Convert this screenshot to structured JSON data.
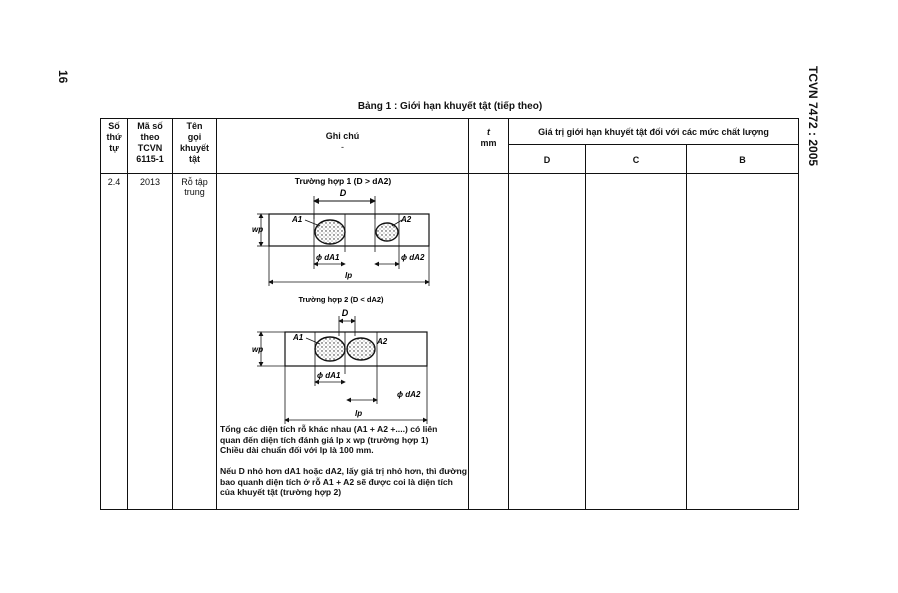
{
  "page": {
    "number": "16",
    "standard": "TCVN 7472 : 2005",
    "caption": "Bảng 1 : Giới hạn khuyết tật (tiếp theo)"
  },
  "table": {
    "headers": {
      "no": [
        "Số",
        "thứ",
        "tự"
      ],
      "code": [
        "Mã số",
        "theo",
        "TCVN",
        "6115-1"
      ],
      "name": [
        "Tên",
        "gọi",
        "khuyết",
        "tật"
      ],
      "notes": "Ghi chú",
      "notes_mark": "-",
      "t_symbol": "t",
      "t_unit": "mm",
      "limits": "Giá trị giới hạn khuyết tật đối với các mức chất lượng",
      "levels": [
        "D",
        "C",
        "B"
      ]
    },
    "row": {
      "no": "2.4",
      "code": "2013",
      "name": [
        "Rỗ tập",
        "trung"
      ]
    }
  },
  "diagram": {
    "case1_title": "Trường hợp 1 (D > dA2)",
    "case2_title": "Trường hợp 2 (D < dA2)",
    "label_D": "D",
    "label_A1": "A1",
    "label_A2": "A2",
    "label_wp": "wp",
    "label_dA1": "ϕ dA1",
    "label_dA2": "ϕ dA2",
    "label_lp": "lp"
  },
  "notes_text": {
    "para1": [
      "Tổng các diện tích rỗ khác nhau (A1 + A2 +....) có liên",
      "quan đến diện tích đánh giá lp x wp (trường hợp 1)",
      "Chiều dài chuẩn đối với lp là 100 mm."
    ],
    "para2": [
      "Nếu D nhỏ hơn dA1 hoặc dA2, lấy giá trị nhỏ hơn, thì đường",
      "bao quanh diện tích ở rỗ A1 + A2 sẽ được coi là diện tích",
      "của khuyết tật (trường hợp 2)"
    ]
  }
}
